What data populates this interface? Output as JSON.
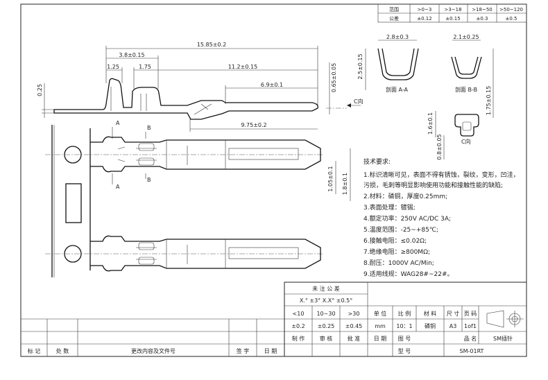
{
  "tolerance_table": {
    "header": [
      "范围",
      ">0~3",
      ">3~18",
      ">18~50",
      ">50~120"
    ],
    "row": [
      "公差",
      "±0.12",
      "±0.15",
      "±0.3",
      "±0.5"
    ]
  },
  "dimensions": {
    "overall": "15.85±0.2",
    "d38": "3.8±0.15",
    "d125": "1.25",
    "d175": "1.75",
    "d112": "11.2±0.15",
    "d69": "6.9±0.1",
    "d975": "9.75±0.2",
    "d025": "0.25",
    "d065": "0.65±0.05",
    "d105": "1.05±0.1",
    "d18": "1.8±0.1",
    "aa_w": "2.8±0.3",
    "aa_h": "2.5±0.15",
    "bb_w": "2.1±0.25",
    "bb_h": "1.75±0.15",
    "c_h": "1.6±0.1",
    "c_w": "0.8±0.05"
  },
  "labels": {
    "c_dir": "C向",
    "c_dir2": "C向",
    "sec_aa": "剖面 A-A",
    "sec_bb": "剖面 B-B",
    "a": "A",
    "b": "B"
  },
  "notes": {
    "title": "技术要求:",
    "items": [
      "1.标识清晰可见，表面不得有锈蚀，裂纹，变形，凹洼，",
      "污损，毛刺等明显影响使用功能和接触性能的缺陷;",
      "2.材料：磷铜，厚度0.25mm;",
      "3.表面处理：镀锡;",
      "4.额定功率：250V AC/DC  3A;",
      "5.温度范围：-25~+85℃;",
      "6.接触电阻：≤0.02Ω;",
      "7.绝缘电阻：≥800MΩ;",
      "8.耐压：1000V AC/Min;",
      "9.适用线规：WAG28#~22#。"
    ]
  },
  "title_block": {
    "untol": "未 注 公 差",
    "angle": "X.° ±3°    X.X° ±0.5°",
    "ranges": [
      "<10",
      "10~30",
      ">30"
    ],
    "range_tols": [
      "±0.2",
      "±0.25",
      "±0.45"
    ],
    "unit_label": "单 位",
    "scale_label": "比 例",
    "material_label": "材 料",
    "size_label": "尺 寸",
    "page_label": "页 码",
    "unit": "mm",
    "scale": "10：1",
    "material": "磷铜",
    "size": "A3",
    "page": "1of1",
    "make": "制 作",
    "check": "审 核",
    "approve": "批 准",
    "date": "日 期",
    "drawing_no": "图 号",
    "product_label": "品 名",
    "product": "SM插针",
    "model_label": "型 号",
    "model": "SM-01RT"
  },
  "revision_block": {
    "mark": "标 记",
    "count": "处 数",
    "content": "更改内容及文件号",
    "sign": "签 字",
    "date": "日 期"
  }
}
